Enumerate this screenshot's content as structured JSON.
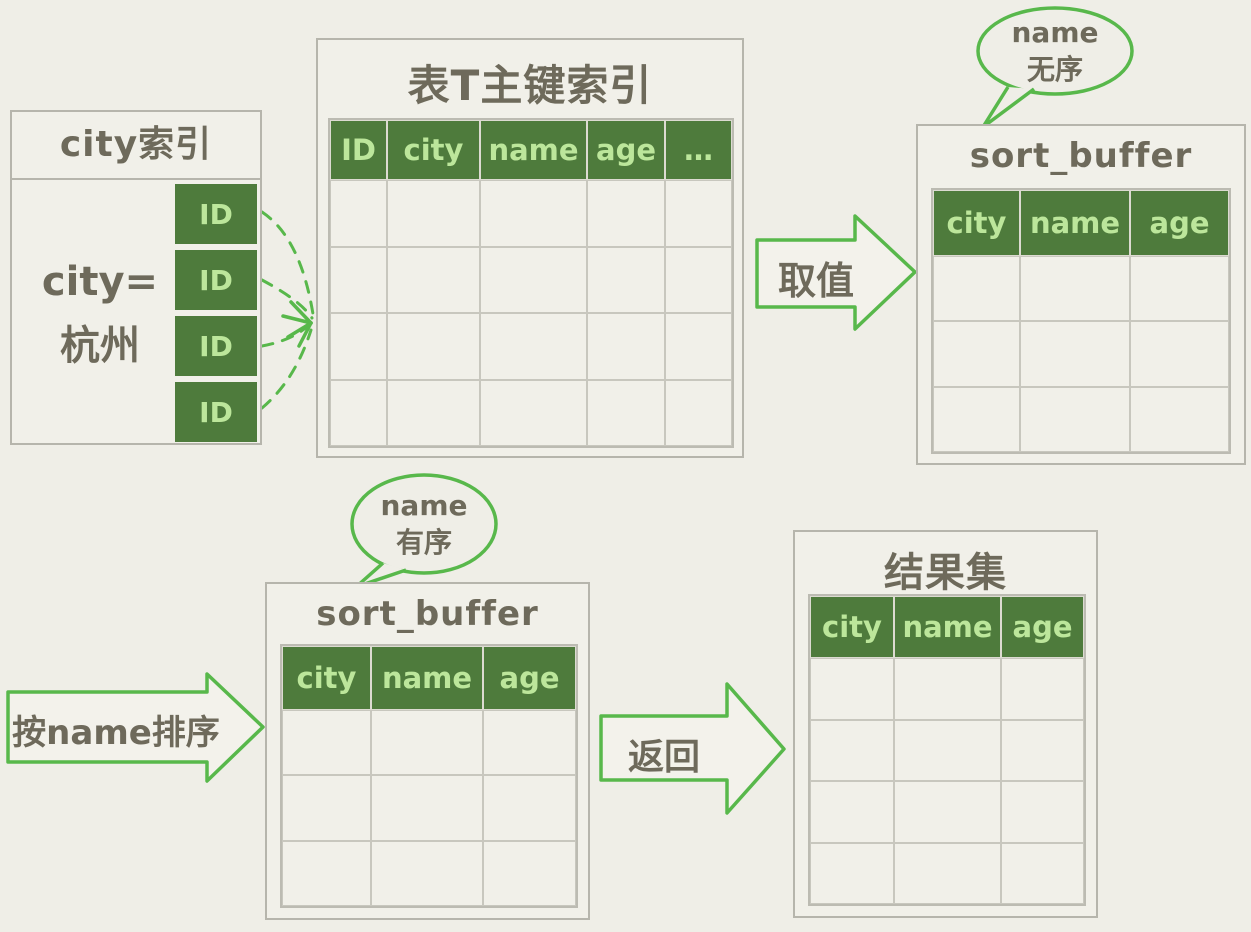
{
  "palette": {
    "background": "#efeee7",
    "panel_fill": "#f1f0e9",
    "panel_border": "#b6b5ac",
    "grid_line": "#c8c7be",
    "header_green": "#4e7b3c",
    "header_text_green": "#bce69b",
    "ink": "#6e6a5b",
    "accent_green": "#58b84b"
  },
  "city_index": {
    "title": "city索引",
    "condition": {
      "line1": "city=",
      "line2": "杭州"
    },
    "id_cells": [
      "ID",
      "ID",
      "ID",
      "ID"
    ]
  },
  "primary_index": {
    "title": "表T主键索引",
    "columns": [
      "ID",
      "city",
      "name",
      "age",
      "…"
    ],
    "empty_rows": 4,
    "empty_cells": 20
  },
  "sort_buffer_top": {
    "title": "sort_buffer",
    "columns": [
      "city",
      "name",
      "age"
    ],
    "empty_rows": 3,
    "empty_cells": 9,
    "bubble": {
      "line1": "name",
      "line2": "无序"
    }
  },
  "sort_buffer_bottom": {
    "title": "sort_buffer",
    "columns": [
      "city",
      "name",
      "age"
    ],
    "empty_rows": 3,
    "empty_cells": 9,
    "bubble": {
      "line1": "name",
      "line2": "有序"
    }
  },
  "result_set": {
    "title": "结果集",
    "columns": [
      "city",
      "name",
      "age"
    ],
    "empty_rows": 4,
    "empty_cells": 12
  },
  "arrows": {
    "fetch_label": "取值",
    "sort_label": "按name排序",
    "return_label": "返回"
  }
}
